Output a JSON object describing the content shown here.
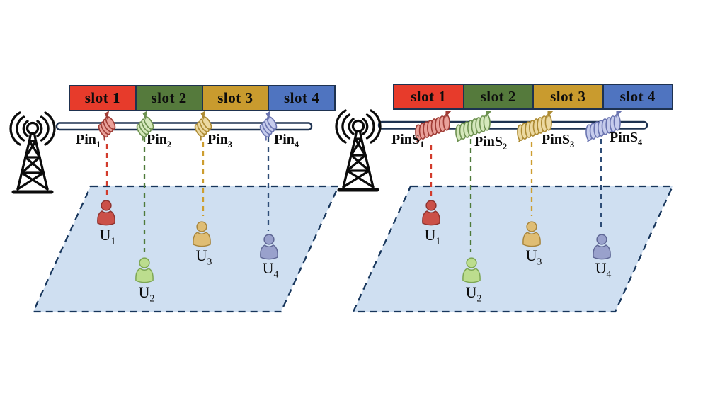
{
  "figure": {
    "slots": [
      "slot 1",
      "slot 2",
      "slot 3",
      "slot 4"
    ],
    "slot_colors": [
      "#e73b2b",
      "#557a3c",
      "#c99b2e",
      "#4f74c0"
    ],
    "left": {
      "pins": [
        {
          "base": "Pin",
          "sub": "1"
        },
        {
          "base": "Pin",
          "sub": "2"
        },
        {
          "base": "Pin",
          "sub": "3"
        },
        {
          "base": "Pin",
          "sub": "4"
        }
      ]
    },
    "right": {
      "pins": [
        {
          "base": "PinS",
          "sub": "1"
        },
        {
          "base": "PinS",
          "sub": "2"
        },
        {
          "base": "PinS",
          "sub": "3"
        },
        {
          "base": "PinS",
          "sub": "4"
        }
      ]
    },
    "users": [
      {
        "base": "U",
        "sub": "1"
      },
      {
        "base": "U",
        "sub": "2"
      },
      {
        "base": "U",
        "sub": "3"
      },
      {
        "base": "U",
        "sub": "4"
      }
    ],
    "palette": {
      "red": "#d23b2c",
      "green": "#4e7a3a",
      "gold": "#cd9e30",
      "navy": "#2e4d77",
      "plane_fill": "#cfdff1",
      "plane_border": "#17365c",
      "waveguide_fill": "#ffffff",
      "waveguide_border": "#1e3250"
    }
  }
}
